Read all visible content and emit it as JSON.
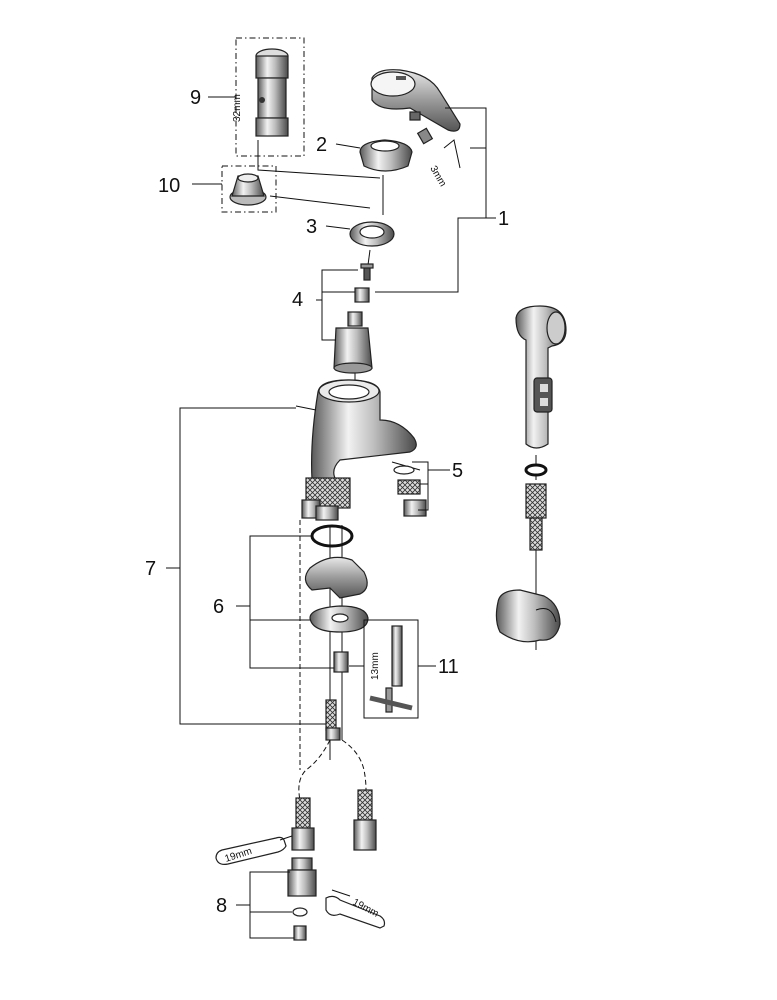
{
  "callouts": {
    "c1": "1",
    "c2": "2",
    "c3": "3",
    "c4": "4",
    "c5": "5",
    "c6": "6",
    "c7": "7",
    "c8": "8",
    "c9": "9",
    "c10": "10",
    "c11": "11"
  },
  "dimensions": {
    "d32": "32mm",
    "d3": "3mm",
    "d13": "13mm",
    "d19a": "19mm",
    "d19b": "19mm"
  }
}
